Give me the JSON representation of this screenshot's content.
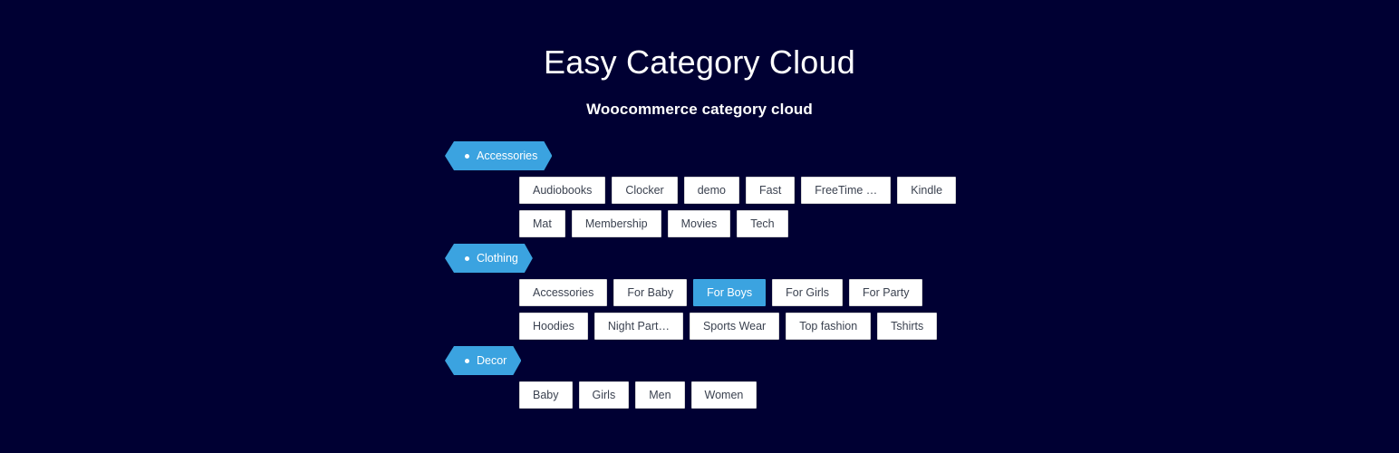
{
  "header": {
    "title": "Easy Category Cloud",
    "subtitle": "Woocommerce category cloud"
  },
  "colors": {
    "background": "#000033",
    "accent": "#3ba3e0",
    "tag_background": "#ffffff",
    "tag_border": "#d8d8d8",
    "tag_text": "#3b4250",
    "heading_text": "#ffffff"
  },
  "icons": {
    "bullet": "bullet-dot-icon"
  },
  "groups": [
    {
      "label": "Accessories",
      "rows": [
        [
          {
            "label": "Audiobooks",
            "active": false
          },
          {
            "label": "Clocker",
            "active": false
          },
          {
            "label": "demo",
            "active": false
          },
          {
            "label": "Fast",
            "active": false
          },
          {
            "label": "FreeTime …",
            "active": false
          },
          {
            "label": "Kindle",
            "active": false
          }
        ],
        [
          {
            "label": "Mat",
            "active": false
          },
          {
            "label": "Membership",
            "active": false
          },
          {
            "label": "Movies",
            "active": false
          },
          {
            "label": "Tech",
            "active": false
          }
        ]
      ]
    },
    {
      "label": "Clothing",
      "rows": [
        [
          {
            "label": "Accessories",
            "active": false
          },
          {
            "label": "For Baby",
            "active": false
          },
          {
            "label": "For Boys",
            "active": true
          },
          {
            "label": "For Girls",
            "active": false
          },
          {
            "label": "For Party",
            "active": false
          }
        ],
        [
          {
            "label": "Hoodies",
            "active": false
          },
          {
            "label": "Night Part…",
            "active": false
          },
          {
            "label": "Sports Wear",
            "active": false
          },
          {
            "label": "Top fashion",
            "active": false
          },
          {
            "label": "Tshirts",
            "active": false
          }
        ]
      ]
    },
    {
      "label": "Decor",
      "rows": [
        [
          {
            "label": "Baby",
            "active": false
          },
          {
            "label": "Girls",
            "active": false
          },
          {
            "label": "Men",
            "active": false
          },
          {
            "label": "Women",
            "active": false
          }
        ]
      ]
    }
  ]
}
